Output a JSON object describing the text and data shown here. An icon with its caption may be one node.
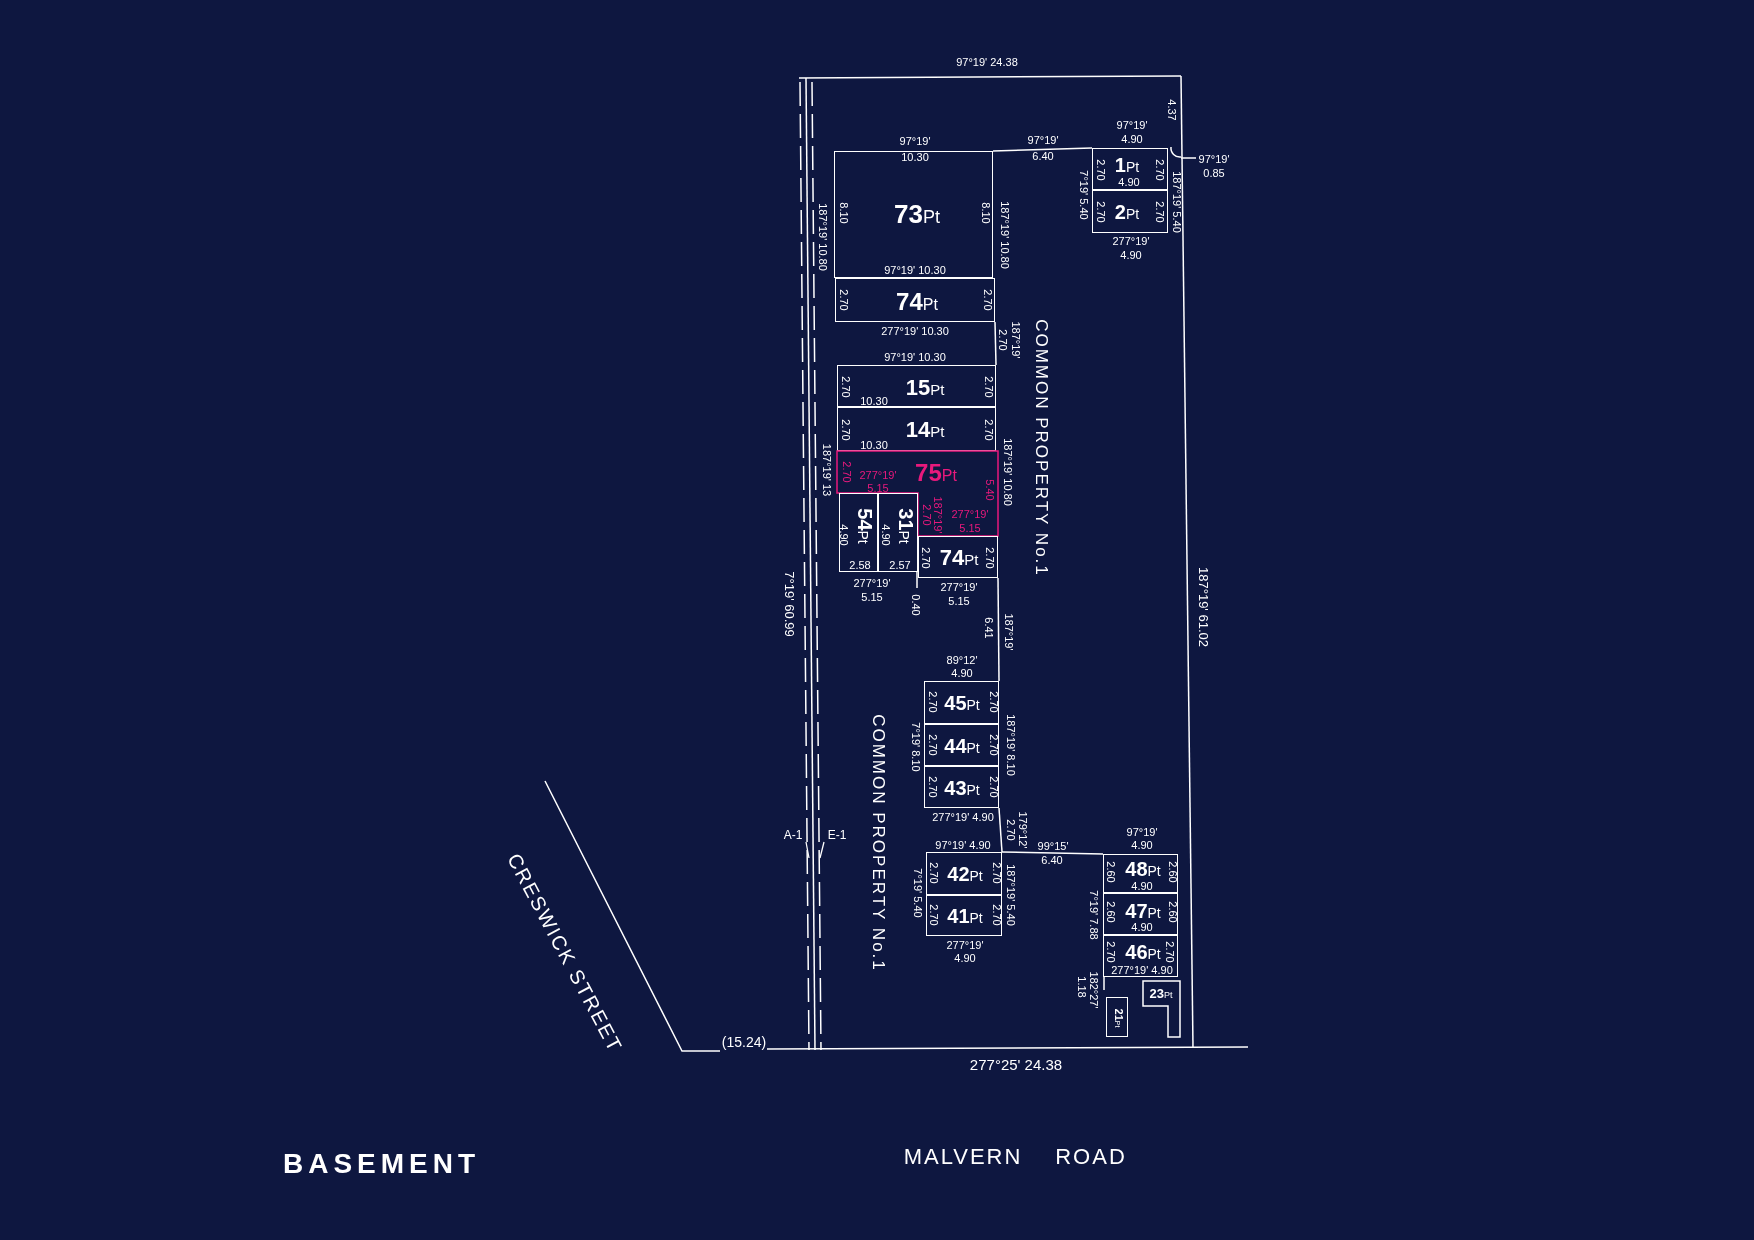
{
  "diagram": {
    "title": "BASEMENT",
    "nodes": [
      {
        "text": [
          "73",
          "Pt"
        ]
      },
      {
        "text": [
          "74",
          "Pt"
        ]
      },
      {
        "text": [
          "1",
          "Pt"
        ]
      },
      {
        "text": [
          "2",
          "Pt"
        ]
      },
      {
        "text": [
          "15",
          "Pt"
        ]
      },
      {
        "text": [
          "14",
          "Pt"
        ]
      },
      {
        "text": [
          "75",
          "Pt"
        ]
      },
      {
        "text": [
          "54",
          "Pt"
        ]
      },
      {
        "text": [
          "31",
          "Pt"
        ]
      },
      {
        "text": [
          "74",
          "Pt"
        ]
      },
      {
        "text": [
          "45",
          "Pt"
        ]
      },
      {
        "text": [
          "44",
          "Pt"
        ]
      },
      {
        "text": [
          "43",
          "Pt"
        ]
      },
      {
        "text": [
          "42",
          "Pt"
        ]
      },
      {
        "text": [
          "41",
          "Pt"
        ]
      },
      {
        "text": [
          "48",
          "Pt"
        ]
      },
      {
        "text": [
          "47",
          "Pt"
        ]
      },
      {
        "text": [
          "46",
          "Pt"
        ]
      },
      {
        "text": [
          "21",
          "Pt"
        ]
      },
      {
        "text": [
          "23",
          "Pt"
        ]
      },
      {
        "text": [
          "A-1"
        ]
      },
      {
        "text": [
          "E-1"
        ]
      }
    ],
    "edges": [
      {
        "from": 20,
        "to": null,
        "arrow": "none"
      },
      {
        "from": 21,
        "to": null,
        "arrow": "none"
      }
    ],
    "labels": [
      "97°19' 24.38",
      "4.37",
      "97°19'",
      "4.90",
      "97°19'",
      "0.85",
      "97°19'",
      "10.30",
      "97°19'",
      "6.40",
      "187°19' 10.80",
      "8.10",
      "8.10",
      "187°19' 10.80",
      "97°19' 10.30",
      "2.70",
      "2.70",
      "277°19' 10.30",
      "7°19' 5.40",
      "2.70",
      "2.70",
      "4.90",
      "2.70",
      "2.70",
      "187°19' 5.40",
      "277°19'",
      "4.90",
      "2.70",
      "187°19'",
      "97°19' 10.30",
      "2.70",
      "10.30",
      "2.70",
      "2.70",
      "10.30",
      "2.70",
      "187°19' 13",
      "2.70",
      "277°19'",
      "5.15",
      "5.40",
      "2.70",
      "187°19'",
      "277°19'",
      "5.15",
      "187°19' 10.80",
      "COMMON PROPERTY No.1",
      "4.90",
      "2.58",
      "4.90",
      "2.57",
      "2.70",
      "2.70",
      "277°19'",
      "5.15",
      "0.40",
      "277°19'",
      "5.15",
      "7°19' 60.99",
      "187°19' 61.02",
      "6.41",
      "187°19'",
      "89°12'",
      "4.90",
      "2.70",
      "2.70",
      "7°19' 8.10",
      "2.70",
      "2.70",
      "187°19' 8.10",
      "2.70",
      "2.70",
      "277°19' 4.90",
      "COMMON PROPERTY No.1",
      "179°12'",
      "2.70",
      "97°19' 4.90",
      "99°15'",
      "6.40",
      "7°19' 5.40",
      "2.70",
      "2.70",
      "2.70",
      "2.70",
      "187°19' 5.40",
      "277°19'",
      "4.90",
      "97°19'",
      "4.90",
      "2.60",
      "2.60",
      "4.90",
      "7°19' 7.88",
      "2.60",
      "2.60",
      "4.90",
      "2.70",
      "2.70",
      "277°19' 4.90",
      "1.18",
      "182°27'",
      "CRESWICK STREET",
      "(15.24)",
      "277°25' 24.38",
      "MALVERN",
      "ROAD"
    ]
  }
}
